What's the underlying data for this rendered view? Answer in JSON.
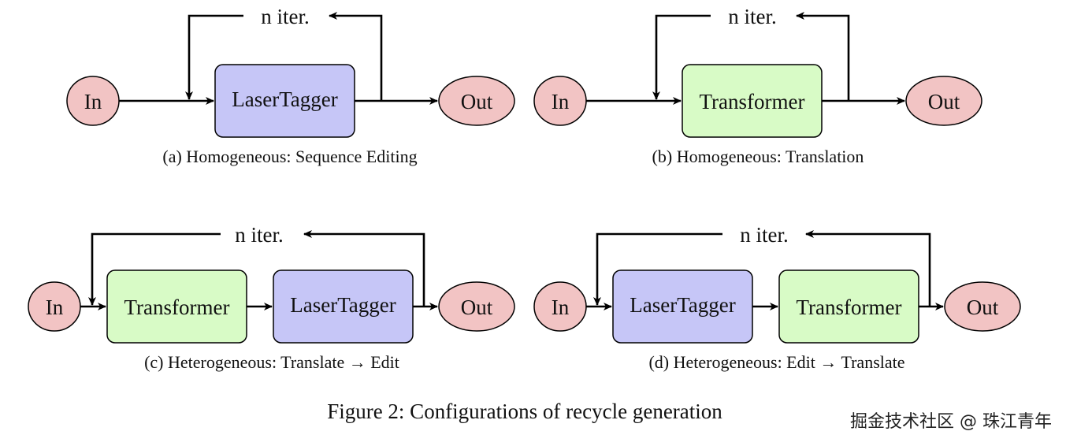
{
  "colors": {
    "io_fill": "#f2c4c4",
    "lasertagger_fill": "#c6c6f7",
    "transformer_fill": "#d8fbc6",
    "stroke": "#000000"
  },
  "panels": [
    {
      "caption": "(a) Homogeneous: Sequence Editing",
      "loop_label": "n iter.",
      "input": "In",
      "output": "Out",
      "modules": [
        {
          "label": "LaserTagger",
          "kind": "lasertagger"
        }
      ]
    },
    {
      "caption": "(b) Homogeneous: Translation",
      "loop_label": "n iter.",
      "input": "In",
      "output": "Out",
      "modules": [
        {
          "label": "Transformer",
          "kind": "transformer"
        }
      ]
    },
    {
      "caption": "(c) Heterogeneous: Translate → Edit",
      "loop_label": "n iter.",
      "input": "In",
      "output": "Out",
      "modules": [
        {
          "label": "Transformer",
          "kind": "transformer"
        },
        {
          "label": "LaserTagger",
          "kind": "lasertagger"
        }
      ]
    },
    {
      "caption": "(d) Heterogeneous: Edit → Translate",
      "loop_label": "n iter.",
      "input": "In",
      "output": "Out",
      "modules": [
        {
          "label": "LaserTagger",
          "kind": "lasertagger"
        },
        {
          "label": "Transformer",
          "kind": "transformer"
        }
      ]
    }
  ],
  "figure_caption": "Figure 2: Configurations of recycle generation",
  "watermark": "掘金技术社区 @ 珠江青年"
}
